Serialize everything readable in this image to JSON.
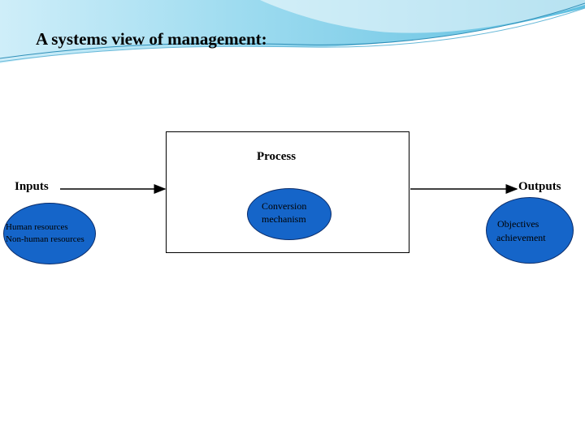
{
  "title": "A systems view of management:",
  "colors": {
    "ellipse_fill": "#1565c9",
    "header_wave": "#7ec8e3"
  },
  "diagram": {
    "inputs": {
      "label": "Inputs",
      "items": [
        "Human resources",
        "Non-human resources"
      ]
    },
    "process": {
      "label": "Process",
      "items": [
        "Conversion",
        "mechanism"
      ]
    },
    "outputs": {
      "label": "Outputs",
      "items": [
        "Objectives",
        "achievement"
      ]
    }
  }
}
